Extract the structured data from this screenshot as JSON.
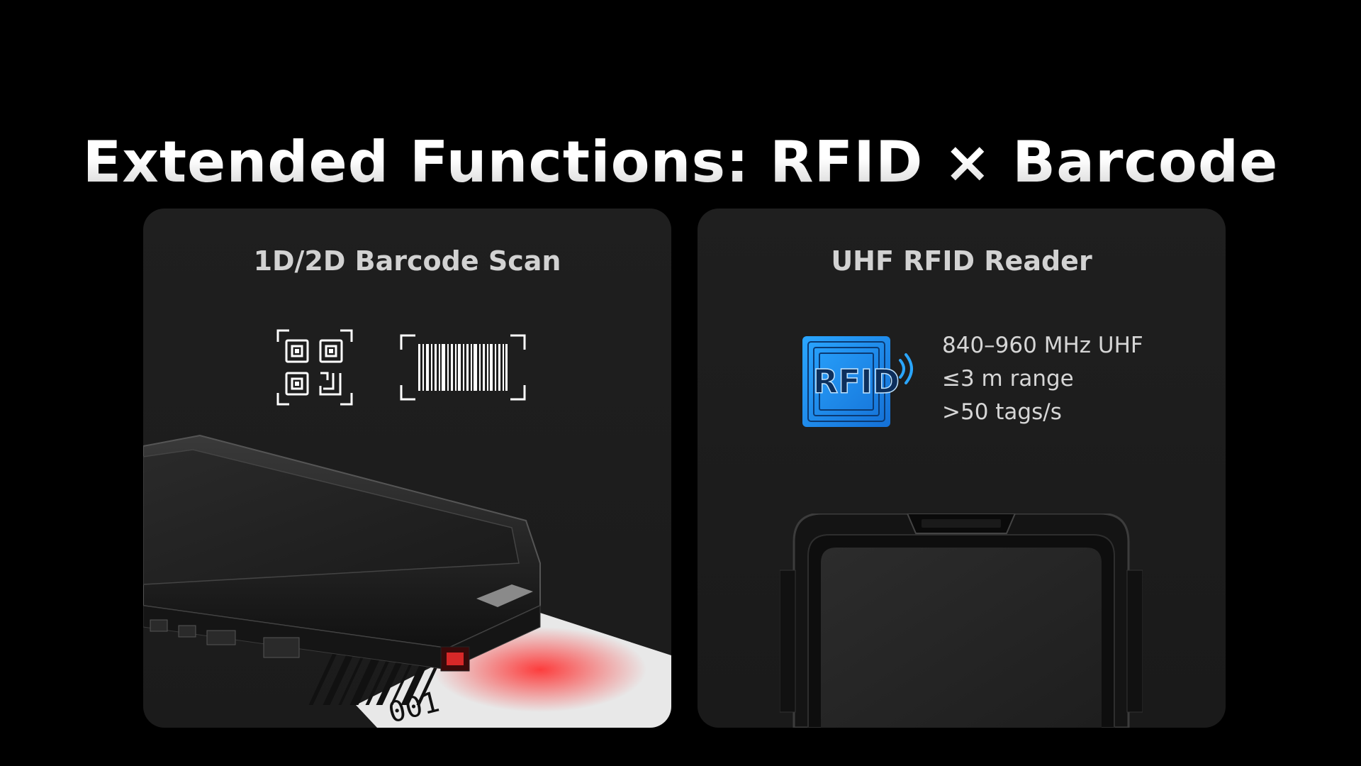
{
  "headline": "Extended Functions: RFID × Barcode",
  "cards": {
    "barcode": {
      "title": "1D/2D Barcode Scan",
      "icons": [
        "qr-code-scan-icon",
        "barcode-scan-icon"
      ]
    },
    "rfid": {
      "title": "UHF RFID Reader",
      "logo_text": "RFID",
      "specs": [
        "840–960 MHz UHF",
        "≤3 m range",
        ">50 tags/s"
      ]
    }
  },
  "label_fragment": "001",
  "colors": {
    "background": "#000000",
    "card": "#1c1c1c",
    "title_text": "#d2d2d2",
    "rfid_blue": "#1a8be6",
    "scan_red": "#ff2a2a"
  }
}
